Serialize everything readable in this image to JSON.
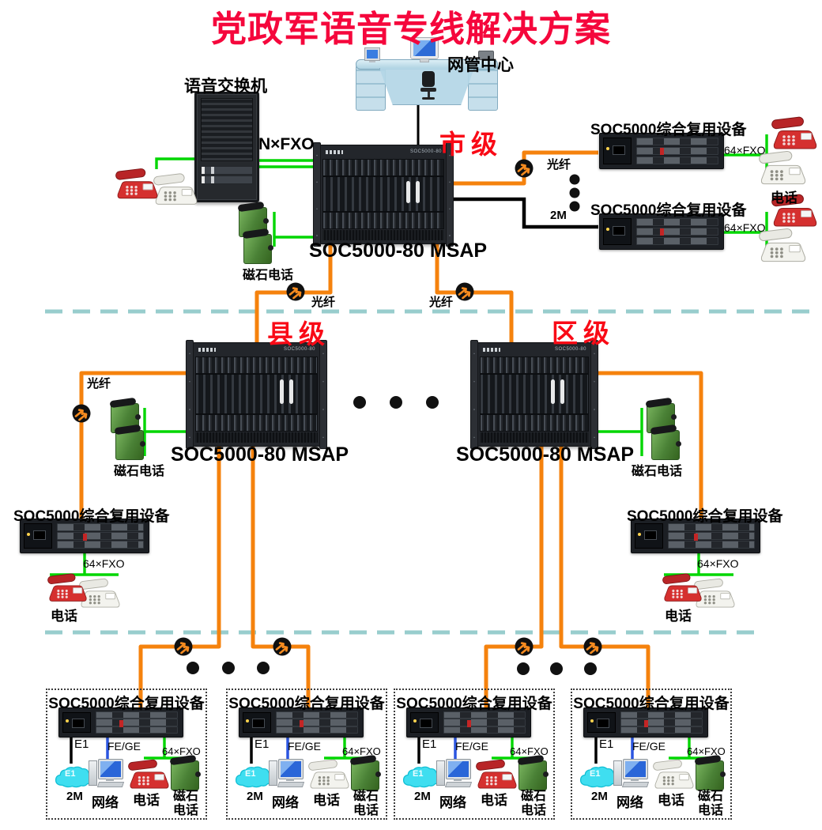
{
  "title": "党政军语音专线解决方案",
  "levels": {
    "city": "市级",
    "county": "县级",
    "district": "区级"
  },
  "labels": {
    "nms": "网管中心",
    "voice_switch": "语音交换机",
    "n_fxo": "N×FXO",
    "fiber": "光纤",
    "msap": "SOC5000-80 MSAP",
    "mux": "SOC5000综合复用设备",
    "fxo64": "64×FXO",
    "phone": "电话",
    "magneto": "磁石电话",
    "magneto_l1": "磁石",
    "magneto_l2": "电话",
    "m2": "2M",
    "e1": "E1",
    "fege": "FE/GE",
    "network": "网络",
    "cloud_e1": "E1",
    "device_plate": "SOC5000-80"
  },
  "colors": {
    "title_red": "#f5073c",
    "level_red": "#f90a16",
    "fiber_orange": "#f5820d",
    "voice_green": "#00d600",
    "data_blue": "#2b55e0",
    "separator_teal": "#98cdcd",
    "cloud_cyan": "#3fdef0"
  },
  "bottom_boxes": [
    {
      "title": "SOC5000综合复用设备",
      "phone_variant": "red"
    },
    {
      "title": "SOC5000综合复用设备",
      "phone_variant": "white"
    },
    {
      "title": "SOC5000综合复用设备",
      "phone_variant": "red"
    },
    {
      "title": "SOC5000综合复用设备",
      "phone_variant": "white"
    }
  ]
}
